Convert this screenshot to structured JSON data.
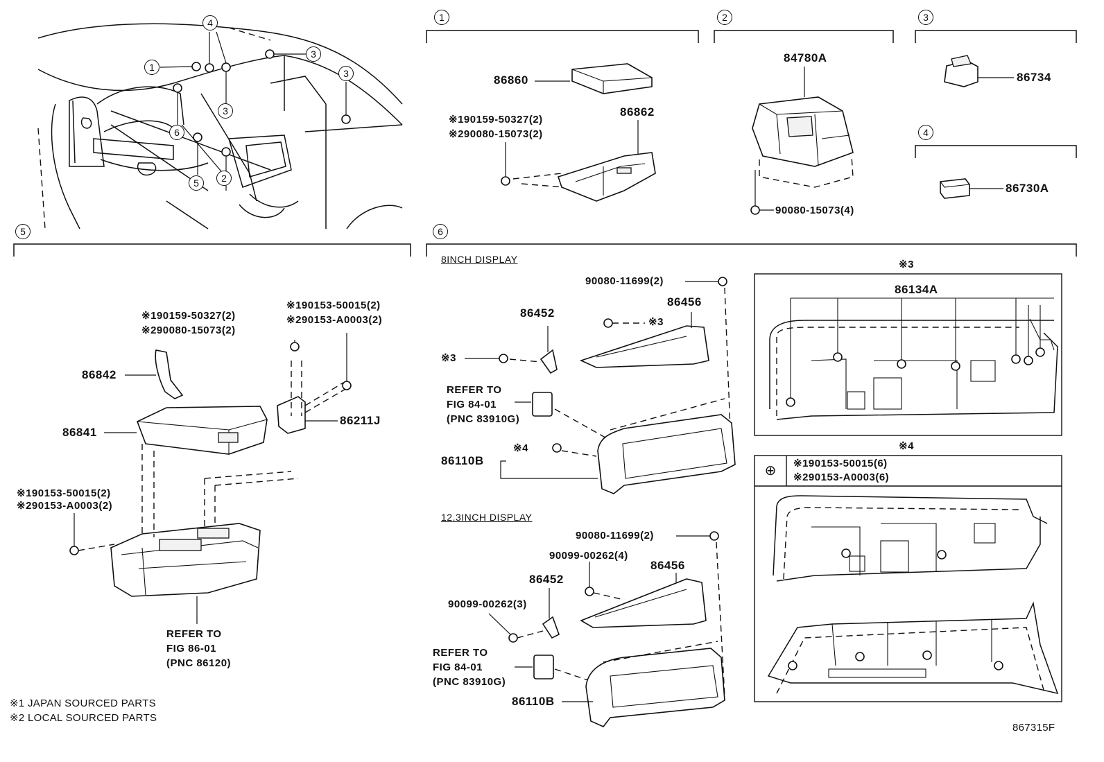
{
  "diagram_id": "867315F",
  "overview": {
    "callouts": [
      "1",
      "2",
      "3",
      "3",
      "3",
      "4",
      "5",
      "6"
    ]
  },
  "sections": [
    {
      "num": "1",
      "parts": [
        "86860",
        "86862"
      ],
      "notes": [
        "※190159-50327(2)",
        "※290080-15073(2)"
      ]
    },
    {
      "num": "2",
      "parts": [
        "84780A"
      ],
      "notes": [
        "90080-15073(4)"
      ]
    },
    {
      "num": "3",
      "parts": [
        "86734"
      ]
    },
    {
      "num": "4",
      "parts": [
        "86730A"
      ]
    },
    {
      "num": "5",
      "parts": [
        "86842",
        "86841",
        "86211J"
      ],
      "notes_a": [
        "※190159-50327(2)",
        "※290080-15073(2)"
      ],
      "notes_b": [
        "※190153-50015(2)",
        "※290153-A0003(2)"
      ],
      "notes_c": [
        "※190153-50015(2)",
        "※290153-A0003(2)"
      ],
      "refer": [
        "REFER TO",
        "FIG 86-01",
        "(PNC 86120)"
      ]
    },
    {
      "num": "6",
      "display8": {
        "title": "8INCH DISPLAY",
        "bolt": "90080-11699(2)",
        "parts": [
          "86452",
          "86456",
          "86110B"
        ],
        "mark3": "※3",
        "mark4": "※4",
        "refer": [
          "REFER TO",
          "FIG 84-01",
          "(PNC 83910G)"
        ]
      },
      "display12": {
        "title": "12.3INCH DISPLAY",
        "bolt": "90080-11699(2)",
        "screw_a": "90099-00262(4)",
        "screw_b": "90099-00262(3)",
        "parts": [
          "86452",
          "86456",
          "86110B"
        ],
        "refer": [
          "REFER TO",
          "FIG 84-01",
          "(PNC 83910G)"
        ]
      }
    }
  ],
  "inset3": {
    "title": "※3",
    "part": "86134A"
  },
  "inset4": {
    "title": "※4",
    "symbol": "⊕",
    "notes": [
      "※190153-50015(6)",
      "※290153-A0003(6)"
    ]
  },
  "footnotes": [
    "※1 JAPAN SOURCED PARTS",
    "※2 LOCAL SOURCED PARTS"
  ]
}
